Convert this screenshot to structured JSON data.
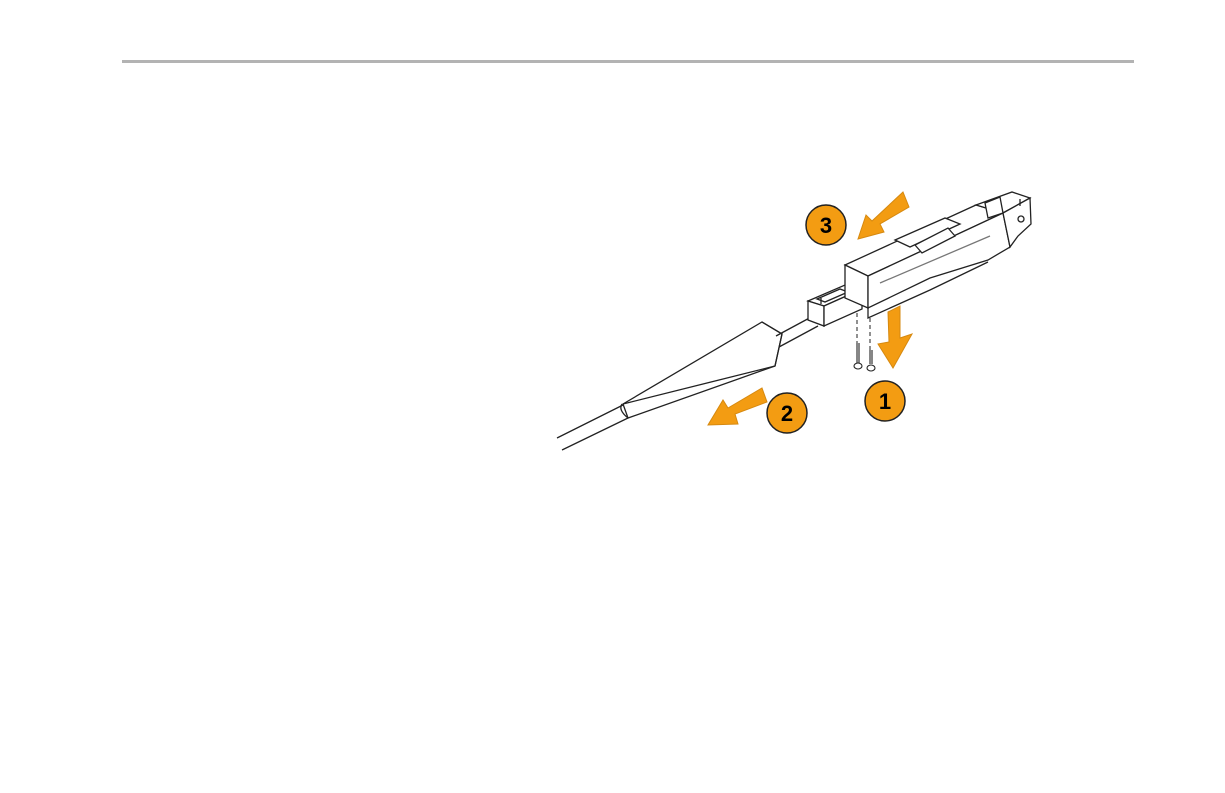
{
  "accent_color": "#f39c12",
  "steps": [
    {
      "number": "1",
      "action": "remove-screws-arrow-down"
    },
    {
      "number": "2",
      "action": "slide-strain-relief-arrow"
    },
    {
      "number": "3",
      "action": "slide-cover-arrow"
    }
  ]
}
